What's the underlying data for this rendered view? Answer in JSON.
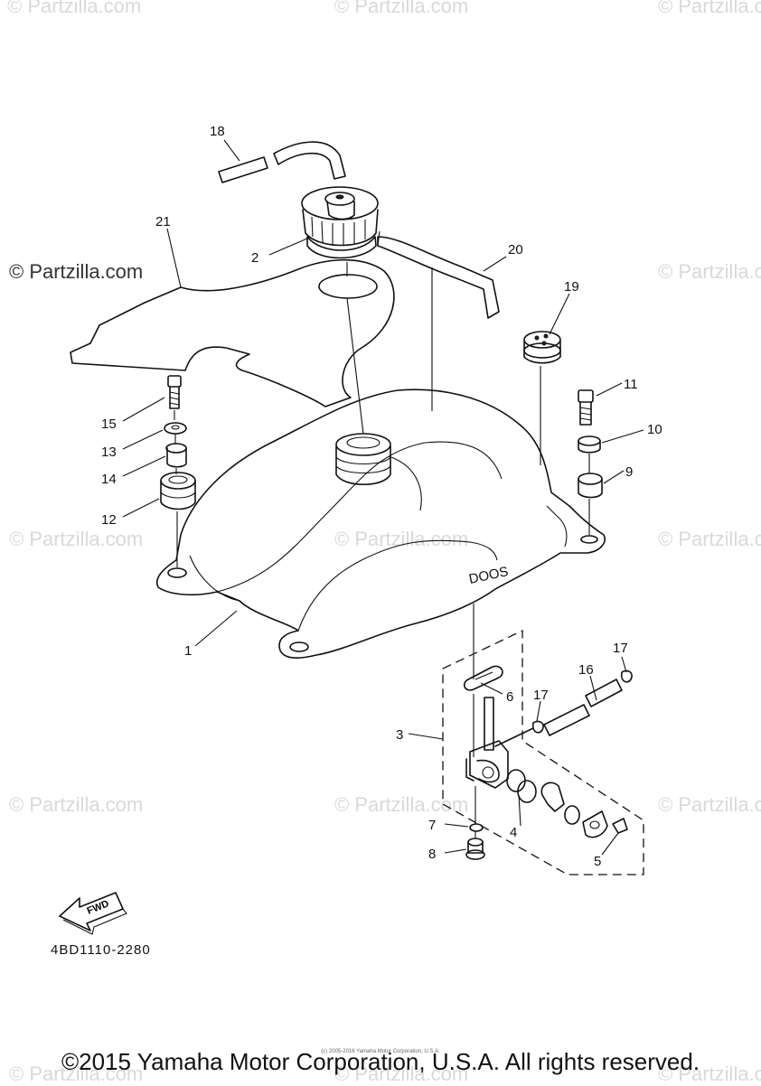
{
  "watermarks": {
    "top_left": "© Partzilla.com",
    "top_mid": "© Partzilla.com",
    "top_right": "© Partzilla.com",
    "left_dark": "© Partzilla.com",
    "mid_left": "© Partzilla.com",
    "mid_center": "© Partzilla.com",
    "mid_right": "© Partzilla.com",
    "upper_right": "© Partzilla.com",
    "low_left": "© Partzilla.com",
    "low_center": "© Partzilla.com",
    "low_right": "© Partzilla.com",
    "bottom_left": "© Partzilla.com",
    "bottom_center": "© Partzilla.com",
    "bottom_right": "© Partzilla.com"
  },
  "callouts": {
    "c1": "1",
    "c2": "2",
    "c3": "3",
    "c4": "4",
    "c5": "5",
    "c6": "6",
    "c7": "7",
    "c8": "8",
    "c9": "9",
    "c10": "10",
    "c11": "11",
    "c12": "12",
    "c13": "13",
    "c14": "14",
    "c15": "15",
    "c16": "16",
    "c17a": "17",
    "c17b": "17",
    "c18": "18",
    "c19": "19",
    "c20": "20",
    "c21": "21"
  },
  "fwd_label": "FWD",
  "tank_mark": "DOOS",
  "diagram_code": "4BD1110-2280",
  "fine_print": "(c) 2005-2016 Yamaha Motor Corporation, U.S.A.",
  "copyright": "©2015 Yamaha Motor Corporation, U.S.A. All rights reserved."
}
